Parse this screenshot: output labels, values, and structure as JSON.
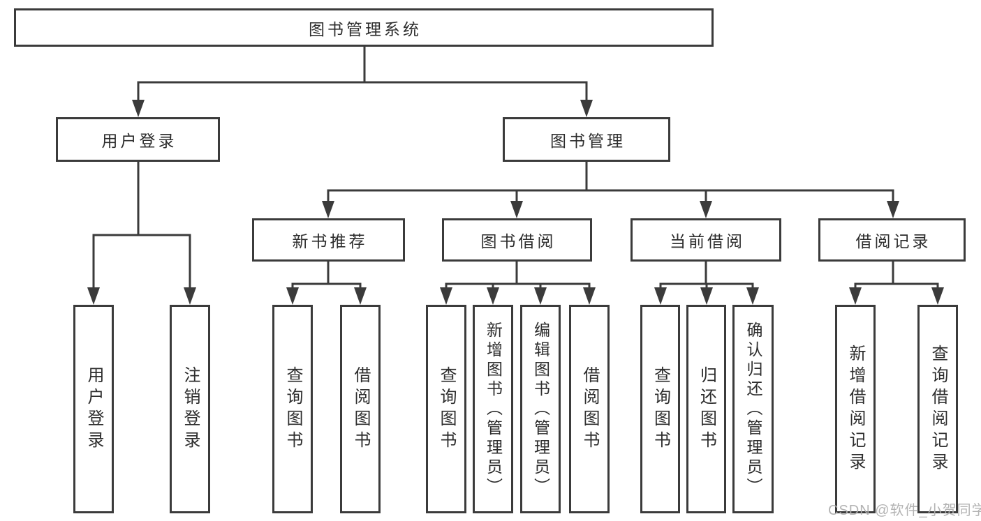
{
  "diagram": {
    "root": {
      "label": "图书管理系统"
    },
    "user_login": {
      "label": "用户登录",
      "children": [
        {
          "label": "用户登录"
        },
        {
          "label": "注销登录"
        }
      ]
    },
    "book_mgmt": {
      "label": "图书管理",
      "children": [
        {
          "label": "新书推荐",
          "children": [
            {
              "label": "查询图书"
            },
            {
              "label": "借阅图书"
            }
          ]
        },
        {
          "label": "图书借阅",
          "children": [
            {
              "label": "查询图书"
            },
            {
              "label": "新增图书（管理员）"
            },
            {
              "label": "编辑图书（管理员）"
            },
            {
              "label": "借阅图书"
            }
          ]
        },
        {
          "label": "当前借阅",
          "children": [
            {
              "label": "查询图书"
            },
            {
              "label": "归还图书"
            },
            {
              "label": "确认归还（管理员）"
            }
          ]
        },
        {
          "label": "借阅记录",
          "children": [
            {
              "label": "新增借阅记录"
            },
            {
              "label": "查询借阅记录"
            }
          ]
        }
      ]
    }
  },
  "watermark": "CSDN @软件_小贺同学",
  "colors": {
    "line": "#3b3b3b",
    "box_border": "#3b3b3b",
    "text": "#2d2d2d",
    "background": "#ffffff",
    "watermark": "#afafaf"
  }
}
